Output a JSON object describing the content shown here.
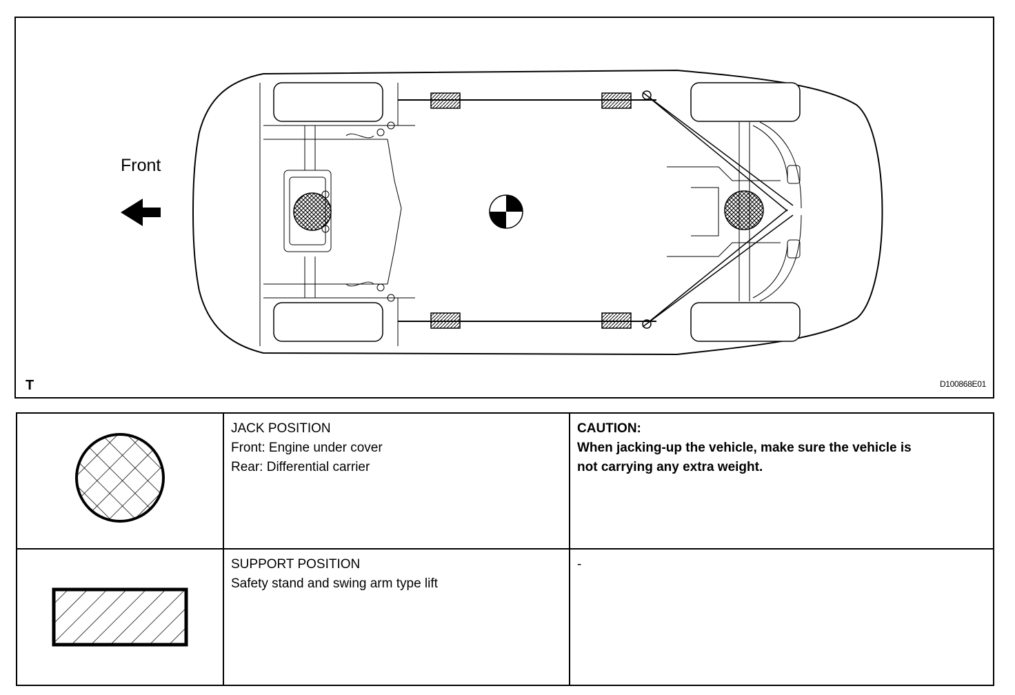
{
  "figure": {
    "front_label": "Front",
    "corner_mark": "T",
    "figure_code": "D100868E01"
  },
  "legend": {
    "rows": [
      {
        "symbol": "jack-position-symbol",
        "title": "JACK POSITION",
        "lines": [
          "Front: Engine under cover",
          "Rear: Differential carrier"
        ],
        "note_title": "CAUTION:",
        "note_lines": [
          "When jacking-up the vehicle, make sure the vehicle is",
          "not carrying any extra weight."
        ]
      },
      {
        "symbol": "support-position-symbol",
        "title": "SUPPORT POSITION",
        "lines": [
          "Safety stand and swing arm type lift"
        ],
        "note_title": "-",
        "note_lines": []
      }
    ]
  }
}
